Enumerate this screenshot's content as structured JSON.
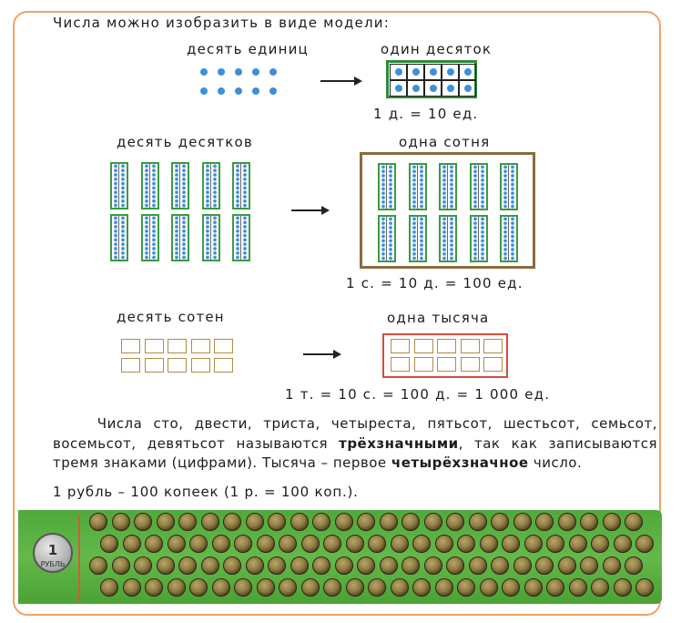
{
  "intro": "Числа можно изобразить в виде модели:",
  "ones": {
    "label": "десять единиц",
    "result_label": "один десяток",
    "equation": "1 д. = 10 ед."
  },
  "tens": {
    "label": "десять десятков",
    "result_label": "одна сотня",
    "equation": "1 с. = 10 д. = 100 ед."
  },
  "hundreds": {
    "label": "десять сотен",
    "result_label": "одна тысяча",
    "equation": "1 т. = 10 с. = 100 д. = 1 000 ед."
  },
  "paragraph": {
    "part1": "Числа сто, двести, триста, четыреста, пятьсот, шестьсот, семьсот, восемьсот, девятьсот называются ",
    "bold1": "трёхзначными",
    "part2": ", так как записываются тремя знаками (цифрами). Тысяча – первое ",
    "bold2": "четырёхзначное",
    "part3": " число."
  },
  "ruble_line": "1 рубль – 100 копеек (1 р. = 100 коп.).",
  "coin_text": {
    "number": "1",
    "word": "РУБЛЬ"
  },
  "colors": {
    "border": "#f0a46a",
    "green": "#2f8a3a",
    "brown": "#8b6a3e",
    "red": "#d64b3a",
    "dot": "#3f8fd6",
    "strip": "#59ad3f"
  }
}
